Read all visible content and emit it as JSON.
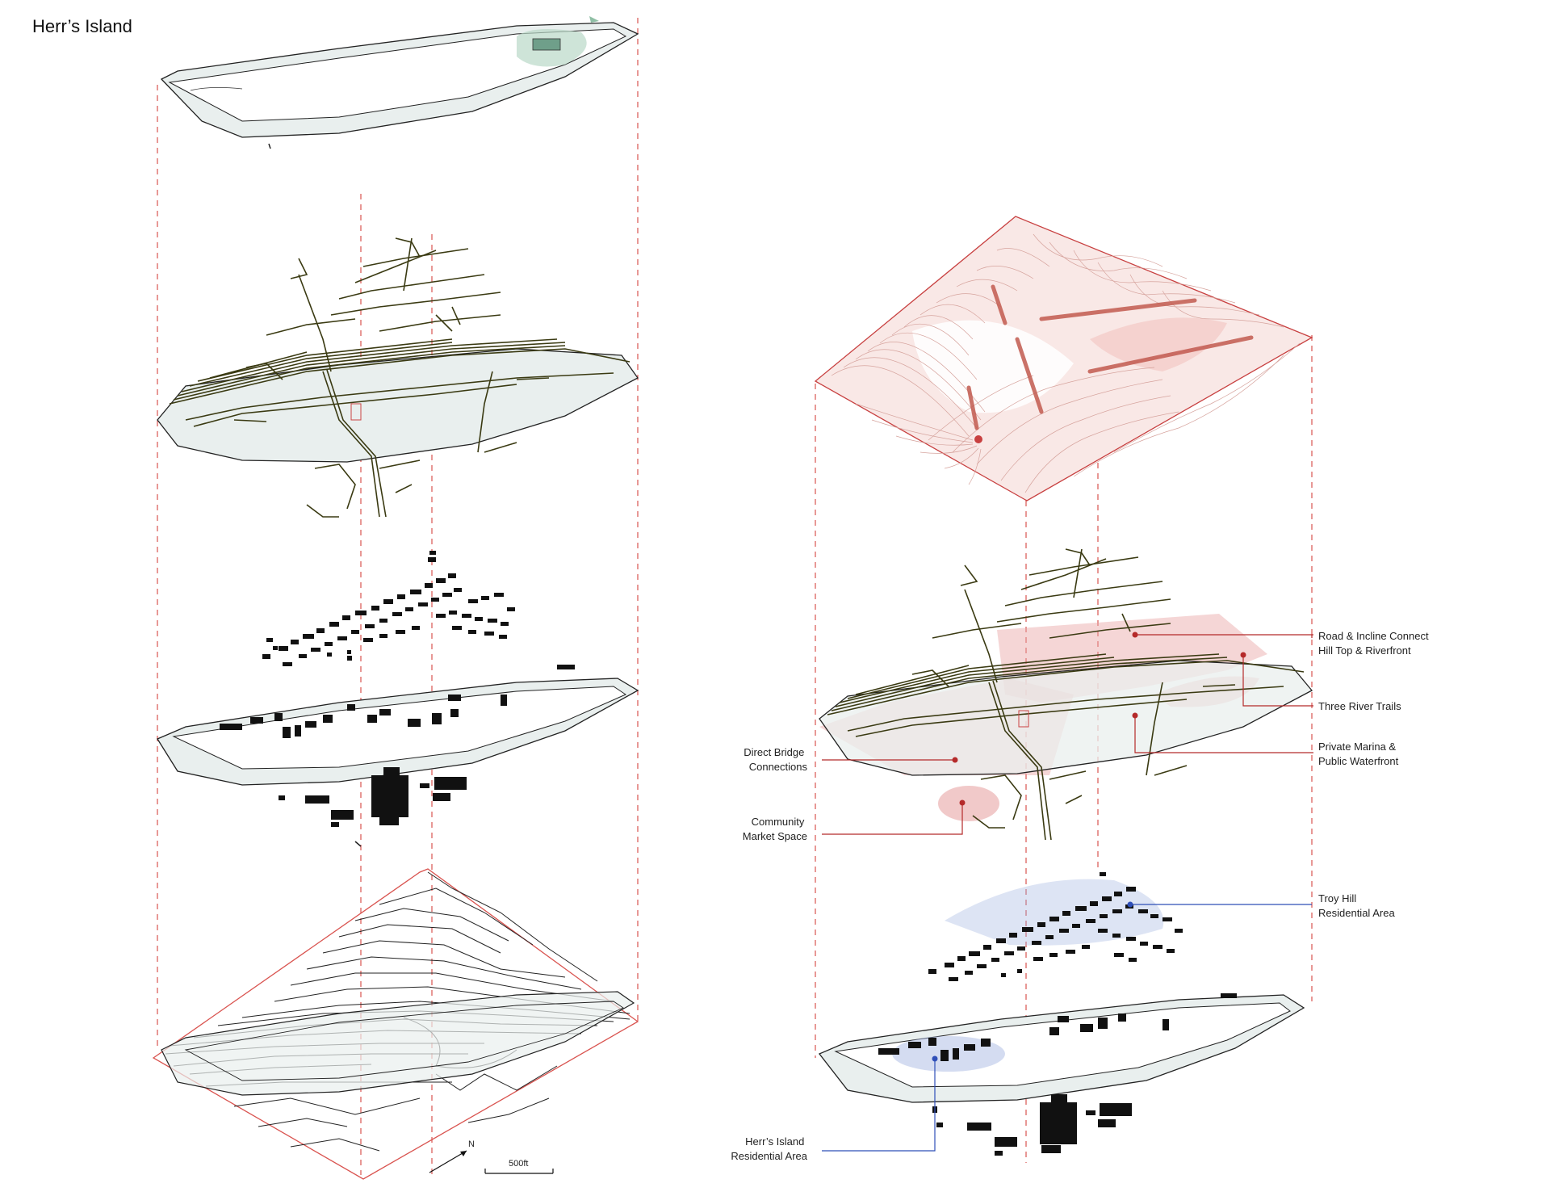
{
  "title": "Herr’s Island",
  "north_label": "N",
  "scale_label": "500ft",
  "annotations": {
    "road_incline": [
      "Road & Incline Connect",
      "Hill Top & Riverfront"
    ],
    "three_river_trails": [
      "Three River Trails"
    ],
    "private_marina": [
      "Private Marina &",
      "Public Waterfront"
    ],
    "direct_bridge": [
      "Direct Bridge",
      "Connections"
    ],
    "community_market": [
      "Community",
      "Market Space"
    ],
    "troy_hill": [
      "Troy Hill",
      "Residential Area"
    ],
    "herrs_island_res": [
      "Herr’s Island",
      "Residential Area"
    ]
  },
  "colors": {
    "guide_line": "#d9534f",
    "island_fill": "#e9efee",
    "road_stroke": "#3a3a12",
    "highlight_red": "#e8a5a5",
    "highlight_blue": "#9fb1e0",
    "blue_leader": "#2f4fb8",
    "red_leader": "#b52a2a",
    "green_park": "#8fbfa5"
  }
}
